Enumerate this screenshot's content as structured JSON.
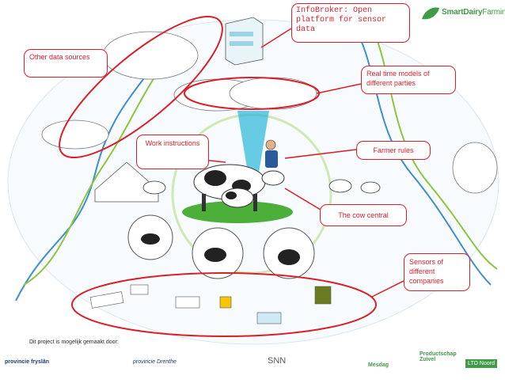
{
  "brand": {
    "name_part1": "SmartDairy",
    "name_part2": "Farming",
    "color": "#3f9b45"
  },
  "callouts": {
    "infobroker": "InfoBroker: Open platform for sensor data",
    "other_sources": "Other data sources",
    "realtime_models": "Real time models of different parties",
    "work_instructions": "Work instructions",
    "farmer_rules": "Farmer rules",
    "cow_central": "The cow central",
    "sensors": "Sensors of different companies"
  },
  "footer": {
    "text": "Dit project is mogelijk gemaakt door:",
    "logos": [
      "provincie fryslân",
      "provincie Drenthe",
      "SNN",
      "Mesdag",
      "Productschap Zuivel",
      "LTO Noord"
    ]
  },
  "colors": {
    "accent_red": "#d9202a",
    "cyan_beam": "#29b7d8",
    "grass": "#4caf3a",
    "dna_blue": "#3f8fd0",
    "dna_green": "#8cc63f"
  }
}
